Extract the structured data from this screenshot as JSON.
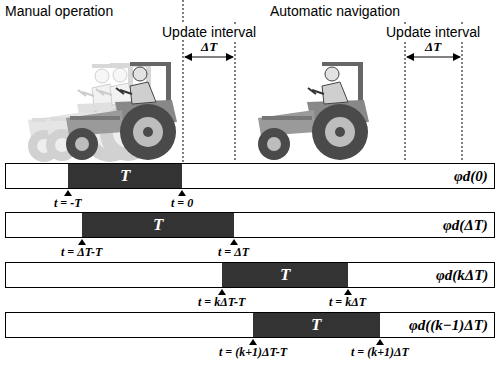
{
  "diagram": {
    "nodes": [
      {
        "text": [
          "φd(0)"
        ]
      },
      {
        "text": [
          "T"
        ],
        "in": 0
      },
      {
        "text": [
          "φd(ΔT)"
        ]
      },
      {
        "text": [
          "T"
        ],
        "in": 2
      },
      {
        "text": [
          "φd(kΔT)"
        ]
      },
      {
        "text": [
          "T"
        ],
        "in": 4
      },
      {
        "text": [
          "φd((k−1)ΔT)"
        ]
      },
      {
        "text": [
          "T"
        ],
        "in": 6
      }
    ],
    "edges": [],
    "labels": [
      "Manual operation",
      "Automatic navigation",
      "Update interval",
      "ΔT",
      "Update interval",
      "ΔT",
      "t = -T",
      "t = 0",
      "t = ΔT-T",
      "t = ΔT",
      "t = kΔT-T",
      "t = kΔT",
      "t = (k+1)ΔT-T",
      "t = (k+1)ΔT"
    ]
  }
}
